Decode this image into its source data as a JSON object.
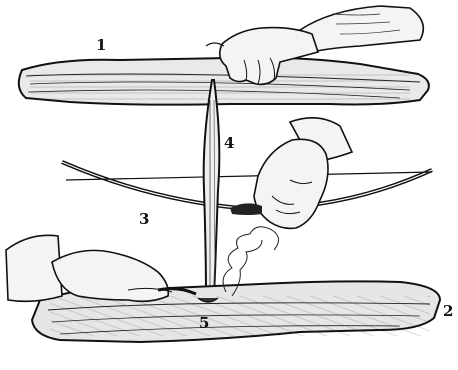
{
  "labels": {
    "hand_drill_board": "1",
    "hearth_board": "2",
    "bow": "3",
    "spindle": "4",
    "fire_notch": "5"
  }
}
